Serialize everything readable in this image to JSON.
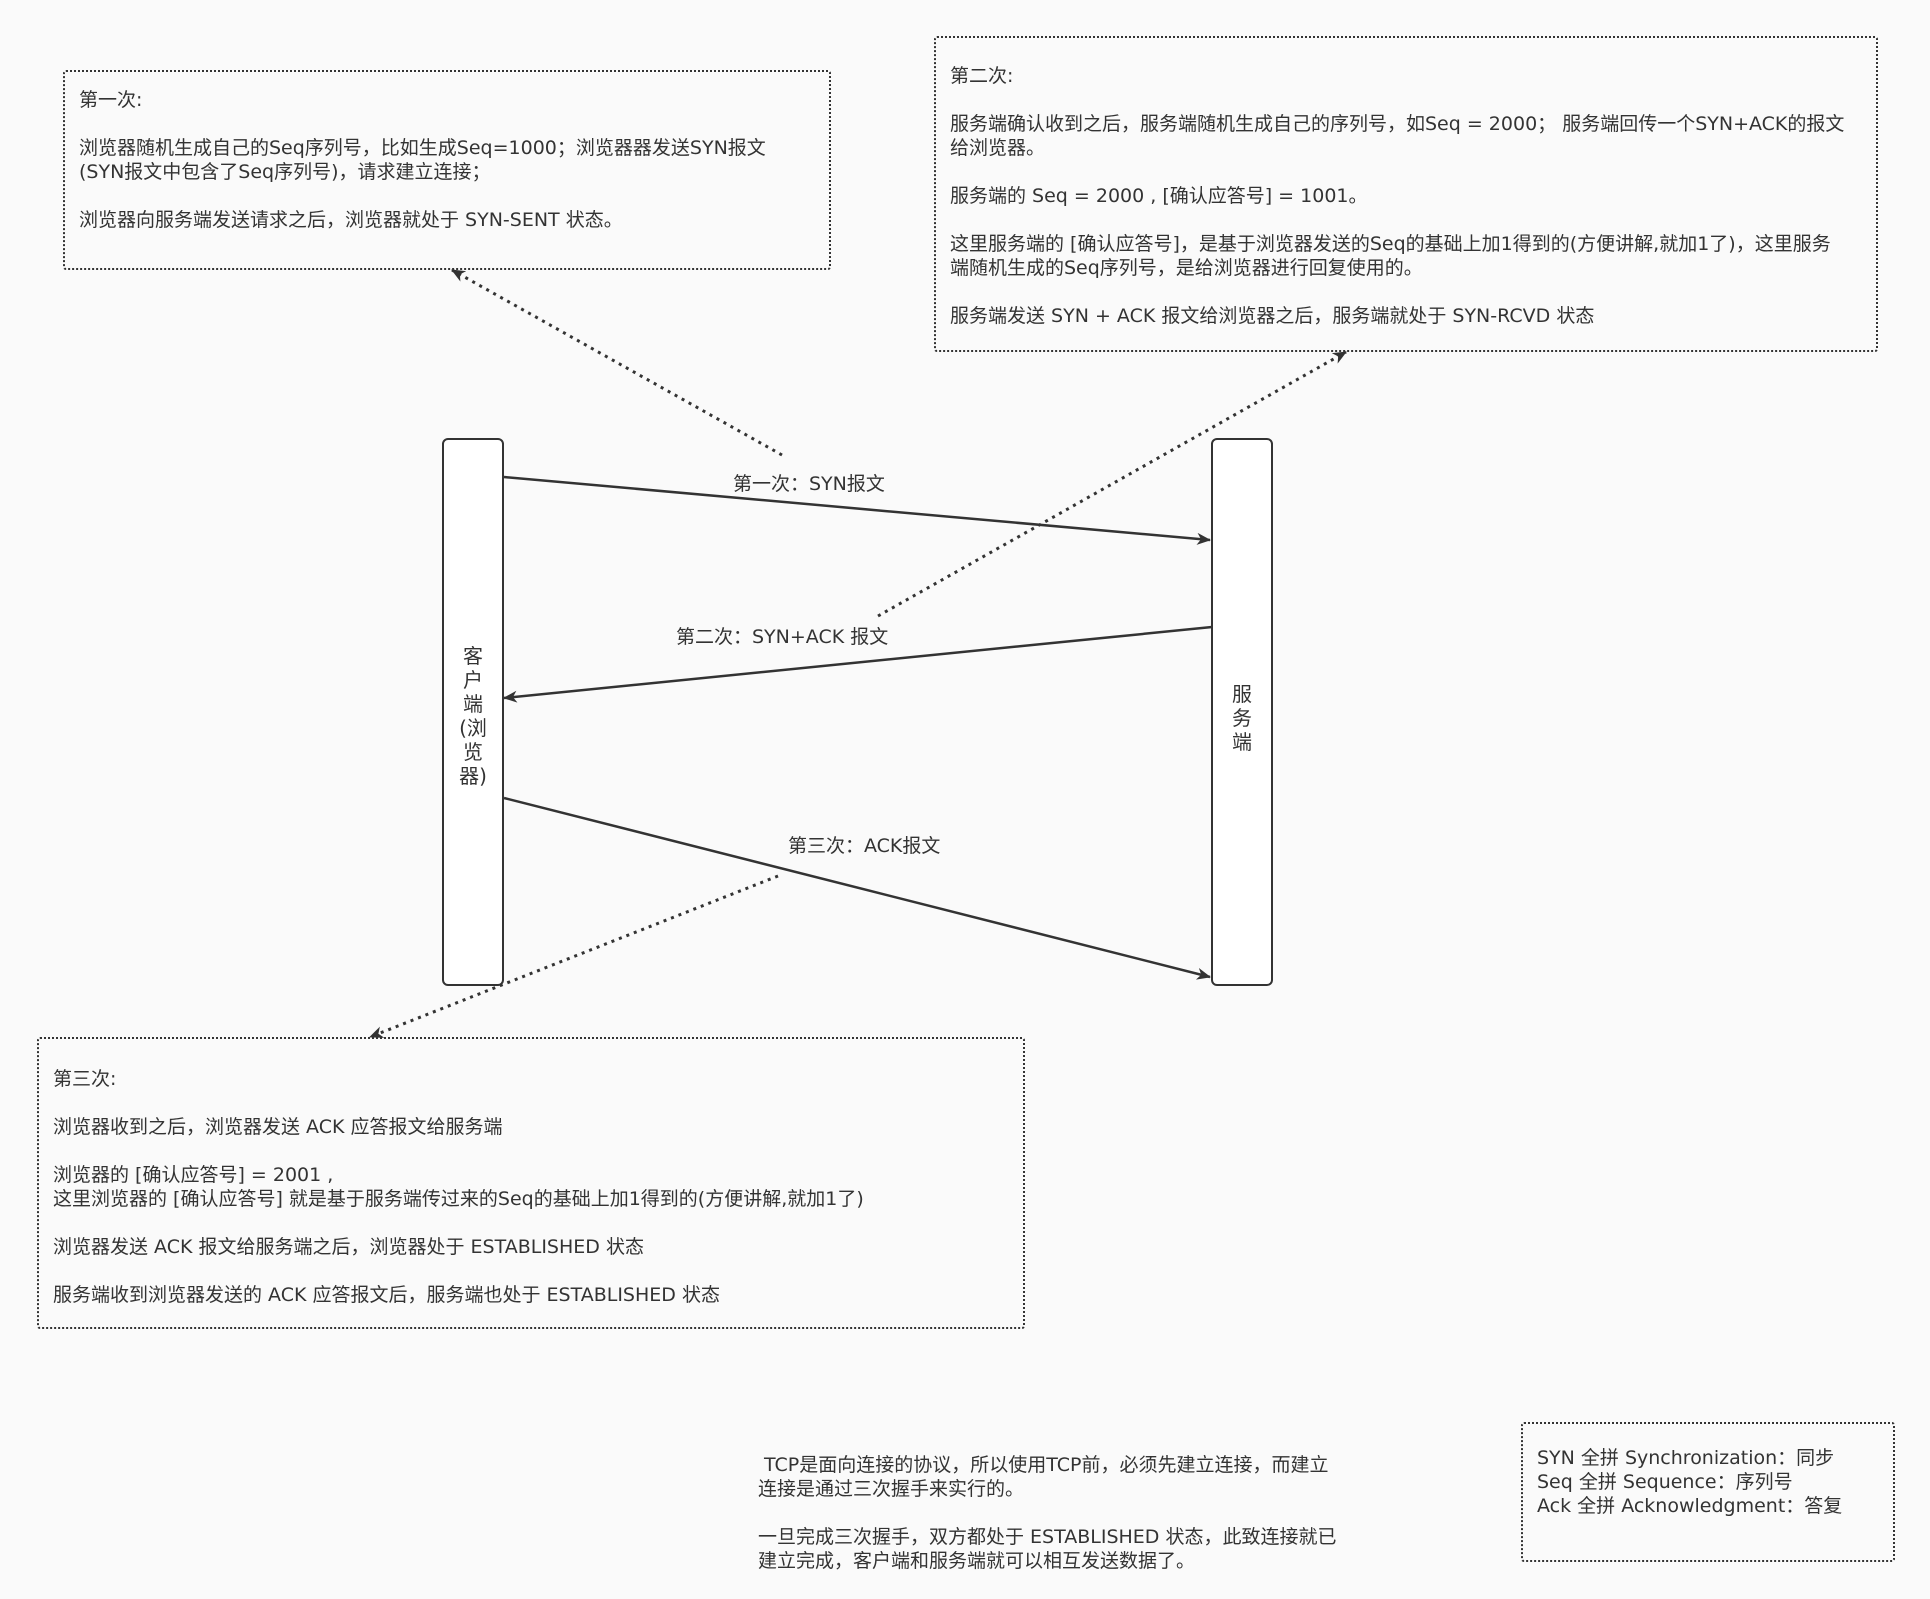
{
  "note_first": {
    "title": "第一次:",
    "paragraphs": [
      [
        "浏览器随机生成自己的Seq序列号，比如生成Seq=1000；浏览器器发送SYN报文",
        "(SYN报文中包含了Seq序列号)，请求建立连接；"
      ],
      [
        "浏览器向服务端发送请求之后，浏览器就处于 SYN-SENT 状态。"
      ]
    ]
  },
  "note_second": {
    "title": "第二次:",
    "paragraphs": [
      [
        "服务端确认收到之后，服务端随机生成自己的序列号，如Seq = 2000；  服务端回传一个SYN+ACK的报文",
        "给浏览器。"
      ],
      [
        "服务端的 Seq = 2000 , [确认应答号] = 1001。"
      ],
      [
        "这里服务端的 [确认应答号]，是基于浏览器发送的Seq的基础上加1得到的(方便讲解,就加1了)，这里服务",
        "端随机生成的Seq序列号，是给浏览器进行回复使用的。"
      ],
      [
        "服务端发送 SYN + ACK 报文给浏览器之后，服务端就处于 SYN-RCVD 状态"
      ]
    ]
  },
  "note_third": {
    "title": "第三次:",
    "paragraphs": [
      [
        "浏览器收到之后，浏览器发送 ACK 应答报文给服务端"
      ],
      [
        "浏览器的 [确认应答号] = 2001 ,",
        "这里浏览器的 [确认应答号] 就是基于服务端传过来的Seq的基础上加1得到的(方便讲解,就加1了)"
      ],
      [
        "浏览器发送 ACK 报文给服务端之后，浏览器处于 ESTABLISHED 状态"
      ],
      [
        "服务端收到浏览器发送的 ACK 应答报文后，服务端也处于 ESTABLISHED 状态"
      ]
    ]
  },
  "client": {
    "label_chars": [
      "客",
      "户",
      "端",
      "(浏",
      "览",
      "器)"
    ]
  },
  "server": {
    "label_chars": [
      "服",
      "务",
      "端"
    ]
  },
  "messages": {
    "first": "第一次：SYN报文",
    "second": "第二次：SYN+ACK 报文",
    "third": "第三次：ACK报文"
  },
  "summary": {
    "paragraphs": [
      [
        " TCP是面向连接的协议，所以使用TCP前，必须先建立连接，而建立",
        "连接是通过三次握手来实行的。"
      ],
      [
        "一旦完成三次握手，双方都处于 ESTABLISHED 状态，此致连接就已",
        "建立完成，客户端和服务端就可以相互发送数据了。"
      ]
    ]
  },
  "glossary": {
    "lines": [
      "SYN 全拼 Synchronization：同步",
      "Seq 全拼 Sequence：序列号",
      "Ack 全拼 Acknowledgment：答复"
    ]
  },
  "colors": {
    "stroke": "#333333",
    "background": "#fafafa",
    "lifeline_fill": "#ffffff"
  }
}
